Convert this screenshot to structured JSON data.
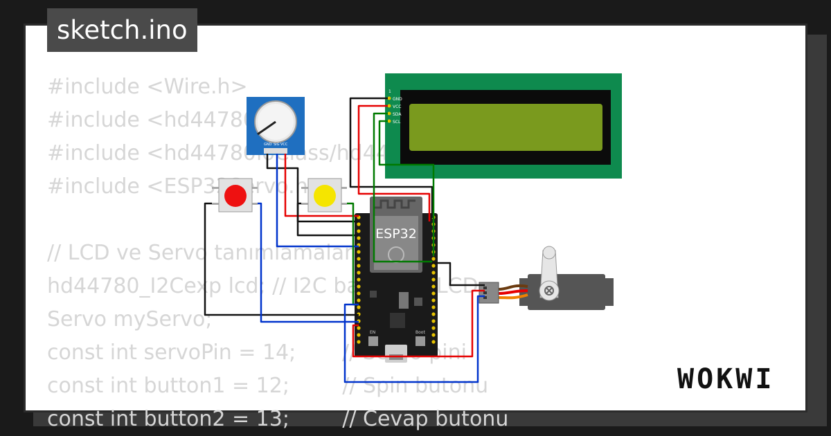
{
  "title": "sketch.ino",
  "code_lines": [
    "#include <Wire.h>",
    "#include <hd44780.h>",
    "#include <hd44780ioClass/hd44780_I2Cexp.h>",
    "#include <ESP32Servo.h>",
    "",
    "// LCD ve Servo tanımlamaları",
    "hd44780_I2Cexp lcd; // I2C bağlantılı LCD",
    "Servo myServo;",
    "const int servoPin = 14;       // Servo pini",
    "const int button1 = 12;        // Spin butonu",
    "const int button2 = 13;        // Cevap butonu"
  ],
  "board_label": "ESP32",
  "lcd_pins": [
    "1",
    "GND",
    "VCC",
    "SDA",
    "SCL"
  ],
  "pot_pins": [
    "GND",
    "SIG",
    "VCC"
  ],
  "button_labels": [
    "EN",
    "Boot"
  ],
  "brand": "WOKWI",
  "colors": {
    "background": "#1a1a1a",
    "lcd_board": "#0e8a4e",
    "lcd_screen": "#7a9a1e",
    "esp_board": "#1a1a1a",
    "pot_board": "#1f6fc0",
    "wire_red": "#e60000",
    "wire_blue": "#0033cc",
    "wire_black": "#111111",
    "wire_green": "#007a00",
    "button_red": "#ee1111",
    "button_yellow": "#f5e500"
  }
}
